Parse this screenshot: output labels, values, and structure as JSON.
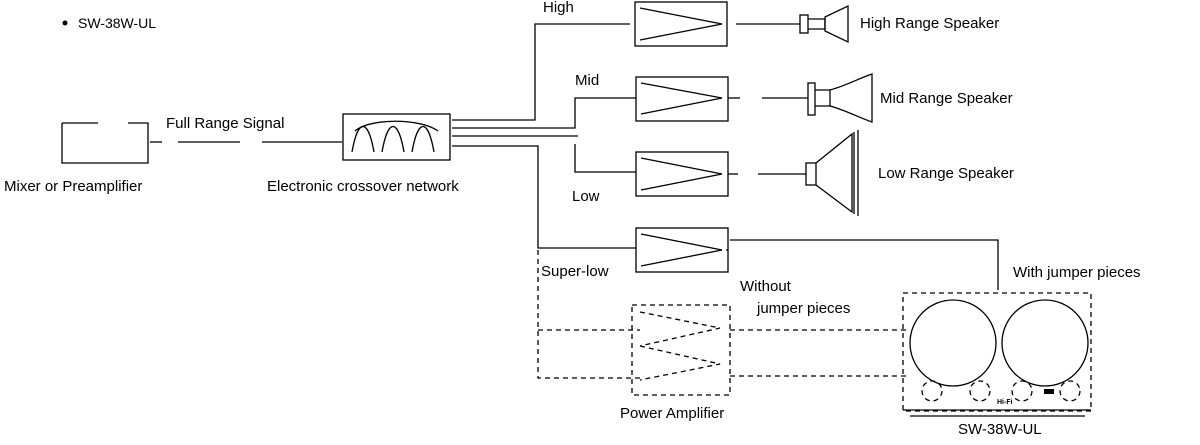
{
  "model_bullet": "SW-38W-UL",
  "signal_label": "Full Range Signal",
  "devices": {
    "mixer": "Mixer or Preamplifier",
    "crossover": "Electronic crossover network",
    "power_amplifier": "Power Amplifier",
    "subwoofer": "SW-38W-UL"
  },
  "bands": {
    "high": "High",
    "mid": "Mid",
    "low": "Low",
    "super_low": "Super-low"
  },
  "speakers": {
    "high": "High Range Speaker",
    "mid": "Mid Range Speaker",
    "low": "Low Range Speaker"
  },
  "notes": {
    "with_jumper": "With jumper pieces",
    "without_jumper_line1": "Without",
    "without_jumper_line2": "jumper pieces"
  },
  "subwoofer_badge": "Hi-Fi"
}
